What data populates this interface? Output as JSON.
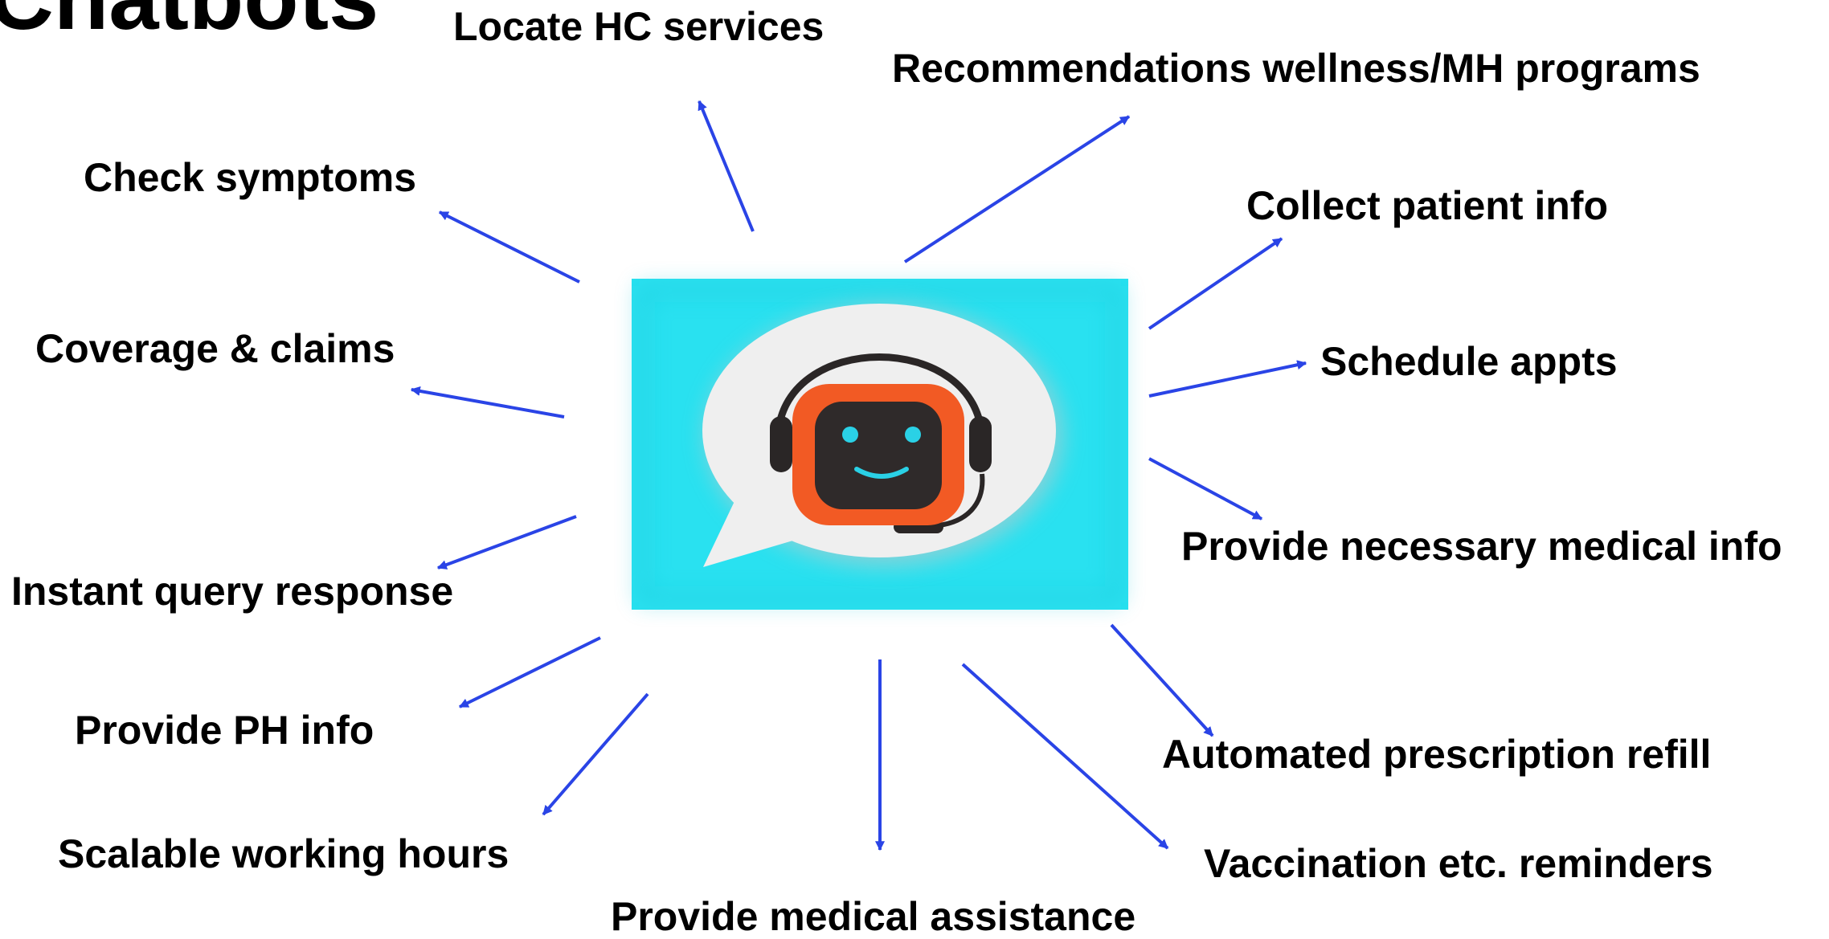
{
  "title": "Chatbots",
  "center_icon": {
    "name": "chatbot-headset-icon",
    "colors": {
      "background": "#29e1f0",
      "bubble": "#efefef",
      "bot_face": "#f25a24",
      "screen": "#2f2a2a",
      "eyes": "#2ad1e6",
      "headset": "#2a2626"
    }
  },
  "arrow_color": "#2a44e6",
  "functions": [
    "Locate HC services",
    "Recommendations wellness/MH programs",
    "Check symptoms",
    "Collect patient info",
    "Coverage & claims",
    "Schedule appts",
    "Provide necessary medical info",
    "Instant query response",
    "Provide PH info",
    "Automated prescription refill",
    "Scalable working hours",
    "Vaccination etc. reminders",
    "Provide medical assistance"
  ]
}
